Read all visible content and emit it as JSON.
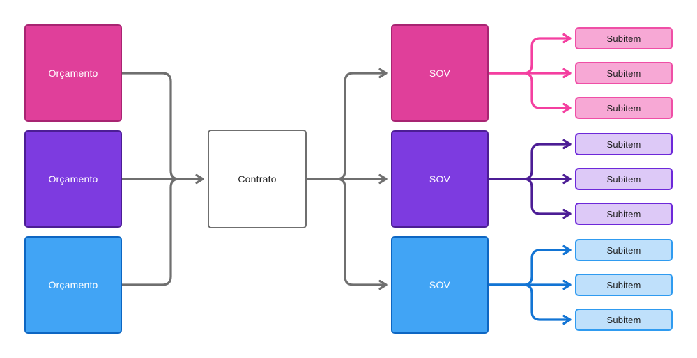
{
  "diagram": {
    "left_nodes": [
      {
        "label": "Orçamento"
      },
      {
        "label": "Orçamento"
      },
      {
        "label": "Orçamento"
      }
    ],
    "center_node": {
      "label": "Contrato"
    },
    "sov_nodes": [
      {
        "label": "SOV"
      },
      {
        "label": "SOV"
      },
      {
        "label": "SOV"
      }
    ],
    "subitem_groups": [
      {
        "color": "pink",
        "items": [
          "Subitem",
          "Subitem",
          "Subitem"
        ]
      },
      {
        "color": "purple",
        "items": [
          "Subitem",
          "Subitem",
          "Subitem"
        ]
      },
      {
        "color": "blue",
        "items": [
          "Subitem",
          "Subitem",
          "Subitem"
        ]
      }
    ]
  },
  "colors": {
    "background": "#ffffff",
    "connector": "#6f6f6f",
    "text-dark": "#1f1f1f",
    "text-light": "#ffffff",
    "pink-fill": "#e03f9a",
    "pink-border": "#a82472",
    "pink-arrow": "#f43fa0",
    "pink-sub-fill": "#f7a8d5",
    "pink-sub-border": "#ef4fa6",
    "purple-fill": "#7d3be0",
    "purple-border": "#4c1d95",
    "purple-arrow": "#4c1d95",
    "purple-sub-fill": "#ddc9f7",
    "purple-sub-border": "#6d28d9",
    "blue-fill": "#41a4f5",
    "blue-border": "#0d66c2",
    "blue-arrow": "#1274d4",
    "blue-sub-fill": "#bfe0fb",
    "blue-sub-border": "#2f9bf0"
  }
}
